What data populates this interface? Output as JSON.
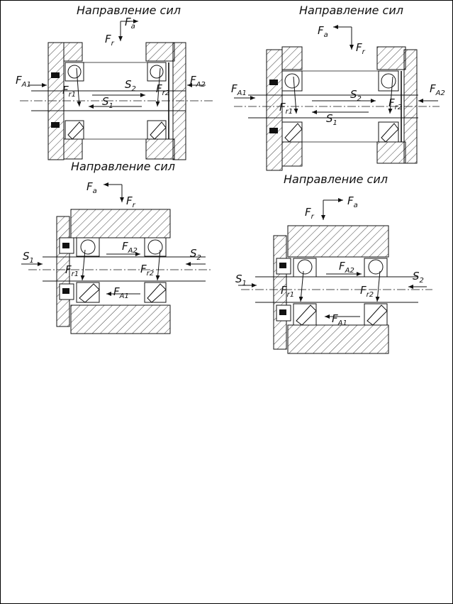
{
  "diagrams": [
    {
      "title": "Направление сил",
      "top_forces": [
        {
          "main": "F",
          "sub": "a"
        },
        {
          "main": "F",
          "sub": "r"
        }
      ],
      "labels": {
        "left": {
          "main": "F",
          "sub": "A1"
        },
        "right": {
          "main": "F",
          "sub": "A2"
        },
        "r1": {
          "main": "F",
          "sub": "r1"
        },
        "r2": {
          "main": "F",
          "sub": "r2"
        },
        "s1": {
          "main": "S",
          "sub": "1"
        },
        "s2": {
          "main": "S",
          "sub": "2"
        }
      }
    },
    {
      "title": "Направление сил",
      "top_forces": [
        {
          "main": "F",
          "sub": "a"
        },
        {
          "main": "F",
          "sub": "r"
        }
      ],
      "labels": {
        "left": {
          "main": "F",
          "sub": "A1"
        },
        "right": {
          "main": "F",
          "sub": "A2"
        },
        "r1": {
          "main": "F",
          "sub": "r1"
        },
        "r2": {
          "main": "F",
          "sub": "r2"
        },
        "s1": {
          "main": "S",
          "sub": "1"
        },
        "s2": {
          "main": "S",
          "sub": "2"
        }
      }
    },
    {
      "title": "Направление сил",
      "top_forces": [
        {
          "main": "F",
          "sub": "a"
        },
        {
          "main": "F",
          "sub": "r"
        }
      ],
      "labels": {
        "left": {
          "main": "S",
          "sub": "1"
        },
        "right": {
          "main": "S",
          "sub": "2"
        },
        "r1": {
          "main": "F",
          "sub": "r1"
        },
        "r2": {
          "main": "F",
          "sub": "r2"
        },
        "a2": {
          "main": "F",
          "sub": "A2"
        },
        "a1": {
          "main": "F",
          "sub": "A1"
        }
      }
    },
    {
      "title": "Направление сил",
      "top_forces": [
        {
          "main": "F",
          "sub": "r"
        },
        {
          "main": "F",
          "sub": "a"
        }
      ],
      "labels": {
        "left": {
          "main": "S",
          "sub": "1"
        },
        "right": {
          "main": "S",
          "sub": "2"
        },
        "r1": {
          "main": "F",
          "sub": "r1"
        },
        "r2": {
          "main": "F",
          "sub": "r2"
        },
        "a2": {
          "main": "F",
          "sub": "A2"
        },
        "a1": {
          "main": "F",
          "sub": "A1"
        }
      }
    }
  ]
}
